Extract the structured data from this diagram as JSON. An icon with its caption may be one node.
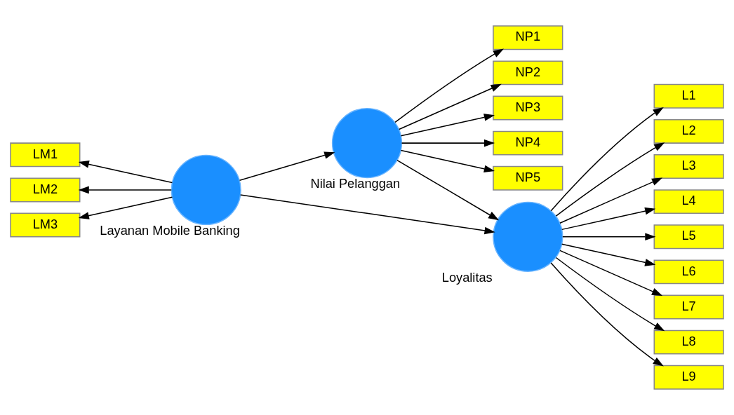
{
  "diagram": {
    "nodes": [
      {
        "text": [
          "NP1"
        ]
      },
      {
        "text": [
          "NP2"
        ]
      },
      {
        "text": [
          "NP3"
        ]
      },
      {
        "text": [
          "NP4"
        ]
      },
      {
        "text": [
          "NP5"
        ]
      },
      {
        "text": [],
        "shape": "circle",
        "beside": [
          "Nilai Pelanggan"
        ]
      },
      {
        "text": [
          "L1"
        ]
      },
      {
        "text": [
          "L2"
        ]
      },
      {
        "text": [
          "L3"
        ]
      },
      {
        "text": [
          "L4"
        ]
      },
      {
        "text": [
          "L5"
        ]
      },
      {
        "text": [
          "L6"
        ]
      },
      {
        "text": [
          "L7"
        ]
      },
      {
        "text": [
          "L8"
        ]
      },
      {
        "text": [
          "L9"
        ]
      },
      {
        "text": [
          "LM1"
        ]
      },
      {
        "text": [
          "LM2"
        ]
      },
      {
        "text": [
          "LM3"
        ]
      },
      {
        "text": [],
        "shape": "circle",
        "beside": [
          "Layanan Mobile Banking"
        ]
      },
      {
        "text": [],
        "shape": "circle",
        "beside": [
          "Loyalitas"
        ]
      }
    ],
    "edges": [
      {
        "from": 5,
        "to": 0,
        "arrow": "to"
      },
      {
        "from": 5,
        "to": 1,
        "arrow": "to"
      },
      {
        "from": 5,
        "to": 2,
        "arrow": "to"
      },
      {
        "from": 5,
        "to": 3,
        "arrow": "to"
      },
      {
        "from": 5,
        "to": 4,
        "arrow": "to"
      },
      {
        "from": 18,
        "to": 15,
        "arrow": "to"
      },
      {
        "from": 18,
        "to": 16,
        "arrow": "to"
      },
      {
        "from": 18,
        "to": 17,
        "arrow": "to"
      },
      {
        "from": 18,
        "to": 5,
        "arrow": "to"
      },
      {
        "from": 5,
        "to": 19,
        "arrow": "to"
      },
      {
        "from": 18,
        "to": 19,
        "arrow": "to"
      },
      {
        "from": 19,
        "to": 6,
        "arrow": "to"
      },
      {
        "from": 19,
        "to": 7,
        "arrow": "to"
      },
      {
        "from": 19,
        "to": 8,
        "arrow": "to"
      },
      {
        "from": 19,
        "to": 9,
        "arrow": "to"
      },
      {
        "from": 19,
        "to": 10,
        "arrow": "to"
      },
      {
        "from": 19,
        "to": 11,
        "arrow": "to"
      },
      {
        "from": 19,
        "to": 12,
        "arrow": "to"
      },
      {
        "from": 19,
        "to": 13,
        "arrow": "to"
      },
      {
        "from": 19,
        "to": 14,
        "arrow": "to"
      }
    ]
  }
}
